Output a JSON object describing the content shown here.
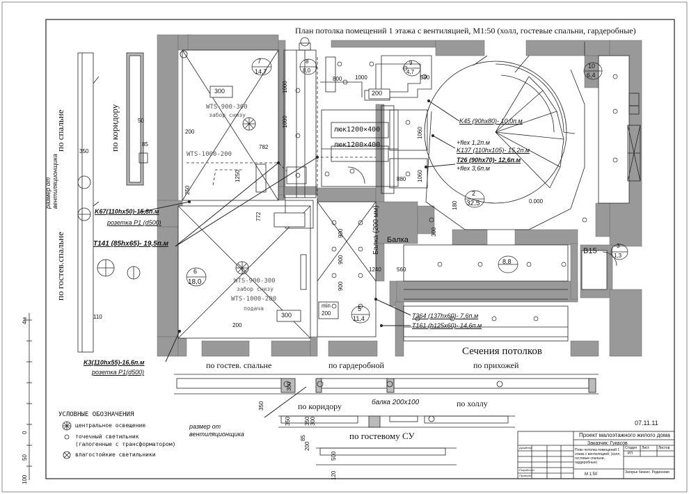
{
  "title": "План потолка помещений 1 этажа с вентиляцией, М1:50 (холл, гостевые спальни, гардеробные)",
  "side_labels": {
    "to_bedroom": "по спальне",
    "to_corridor": "по коридору",
    "to_guest_bedroom": "по гостев.спальне",
    "vent_distance": "размер от вентиляционщика"
  },
  "rooms": [
    {
      "num": "7",
      "area": "14,7"
    },
    {
      "num": "8",
      "area": "8,0"
    },
    {
      "num": "9",
      "area": "4,7"
    },
    {
      "num": "10",
      "area": "6,4"
    },
    {
      "num": "2",
      "area": "32,5"
    },
    {
      "num": "6",
      "area": "18,0"
    },
    {
      "num": "5",
      "area": "11,4"
    },
    {
      "num": "4",
      "area": "8,8"
    },
    {
      "num": "3",
      "area": "1,3"
    }
  ],
  "equipment": {
    "unit_300_top": "300",
    "wts_900_top": "WTS-900-300",
    "intake_top": "забор снизу",
    "wts_1000_top": "WTS-1000-200",
    "unit_200": "200",
    "hatch1": "люк1200×400",
    "hatch2": "люк1200×400",
    "wts_900_bot": "WTS-900-300",
    "intake_bot": "забор снизу",
    "wts_1000_bot": "WTS-1000-200",
    "supply": "подача",
    "unit_300_bot": "300",
    "min200_a": "min",
    "min200_b": "200",
    "level": "0.000",
    "beam_label": "Балка",
    "beam_height": "Балка (200 мм)",
    "b15": "В15"
  },
  "dimensions": [
    "1000",
    "1000",
    "782",
    "200",
    "250",
    "1250",
    "772",
    "1240",
    "560",
    "1060",
    "1060",
    "880",
    "300",
    "900",
    "900",
    "900",
    "1000",
    "590",
    "800",
    "200",
    "350",
    "85",
    "50",
    "110",
    "180"
  ],
  "ducts": [
    {
      "text": "K45 (90hx80)- 10,0п.м"
    },
    {
      "text": "+flex 1,2п.м"
    },
    {
      "text": "K137 (110hx105)- 15,2п.м"
    },
    {
      "text": "T26 (90hx70)- 12,6п.м"
    },
    {
      "text": "+flex 3,6п.м"
    },
    {
      "text": "K67(110hx50)-15,8п.м"
    },
    {
      "text": "розетка P1 (d500)"
    },
    {
      "text": "T141 (85hx65)- 19,5п.м"
    },
    {
      "text": "T364 (137hx60)- 7,6п.м"
    },
    {
      "text": "T161 (h125x60)- 14,6п.м"
    },
    {
      "text": "K3(110hx55)-16,6п.м"
    },
    {
      "text": "розетка P1(d500)"
    }
  ],
  "sections": {
    "heading": "Сечения потолков",
    "guest_bedroom": "по гостев. спальне",
    "wardrobe": "по гардеробной",
    "hallway": "по прихожей",
    "corridor": "по коридору",
    "beam": "балка 200x100",
    "hall": "по холлу",
    "guest_wc": "по гостевому СУ",
    "vent_note": "размер от вентиляционщика",
    "dims": [
      "350",
      "300",
      "350",
      "300",
      "350",
      "85",
      "200",
      "500",
      "120"
    ]
  },
  "legend": {
    "heading": "УСЛОВНЫЕ ОБОЗНАЧЕНИЯ",
    "items": [
      {
        "icon": "central-light-icon",
        "text": "центральное освещение"
      },
      {
        "icon": "spot-light-icon",
        "text": "точечный светильник"
      },
      {
        "icon": "none",
        "text": "(галогенные с трансформатором)"
      },
      {
        "icon": "moisture-light-icon",
        "text": "влагостойкие светильники"
      }
    ]
  },
  "scale_bar": {
    "unit": "4м",
    "ticks": [
      "0",
      "50",
      "100"
    ]
  },
  "title_block": {
    "date": "07.11.11",
    "project": "Проект малоэтажного жилого дома",
    "client": "Заказчик: Гукасов",
    "sheet_title": "План потолка помещений 1 этажа с вентиляцией, (холл, гостевые спальни, гардеробные)",
    "scale": "М 1:50",
    "stage_h": "Стадия",
    "sheet_h": "Лист",
    "sheets_h": "Листов",
    "stage": "РП",
    "firm": "Загорье бизнес. Родионово",
    "roles": [
      "Дизайнер",
      "Разработал",
      "Проверил"
    ]
  },
  "colors": {
    "wall": "#999999",
    "line": "#222222",
    "paper": "#ffffff"
  }
}
